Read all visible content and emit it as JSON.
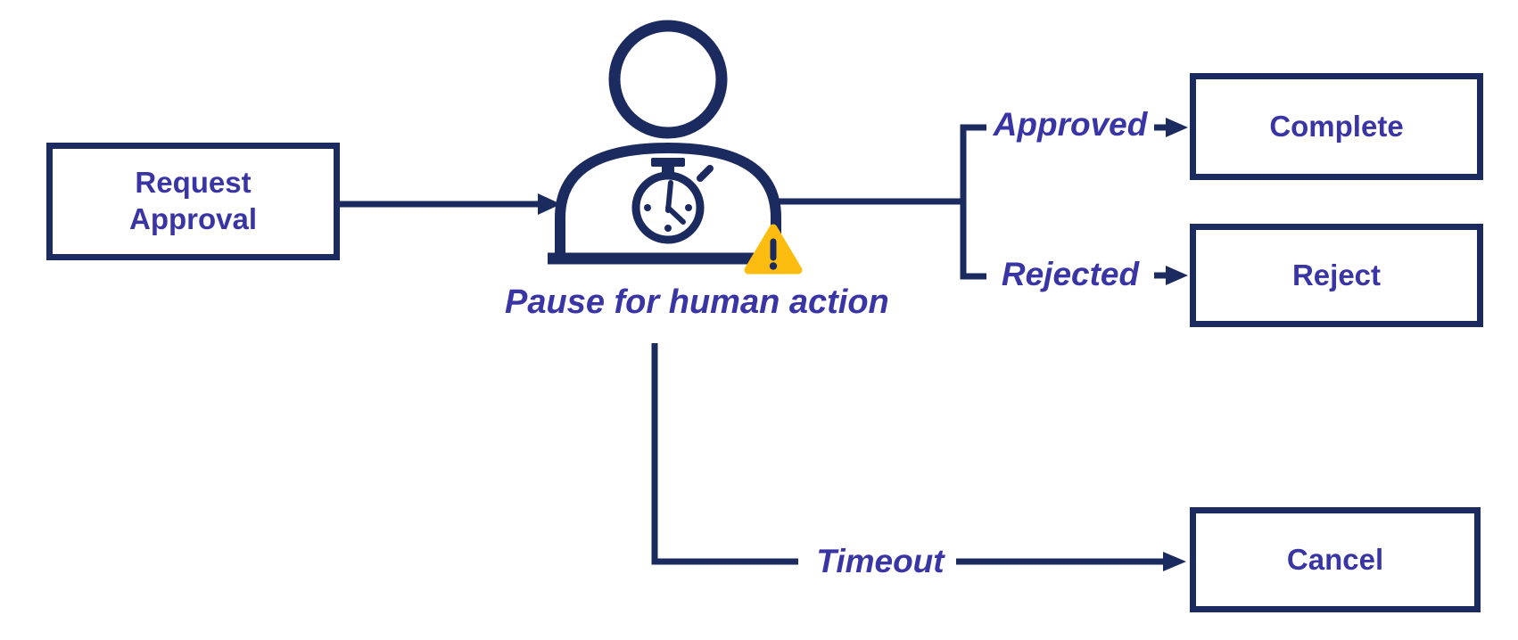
{
  "diagram": {
    "type": "flowchart",
    "background": "#FFFFFF",
    "colors": {
      "line_navy": "#1B2B5F",
      "text_purple": "#3A35A4",
      "warning_amber": "#FCBD10",
      "node_fill": "#FFFFFF"
    },
    "nodes": {
      "request": {
        "label": "Request\nApproval"
      },
      "pause": {
        "label": "Pause for human action"
      },
      "complete": {
        "label": "Complete"
      },
      "reject": {
        "label": "Reject"
      },
      "cancel": {
        "label": "Cancel"
      }
    },
    "edges": [
      {
        "from": "request",
        "to": "pause",
        "label": ""
      },
      {
        "from": "pause",
        "to": "complete",
        "label": "Approved"
      },
      {
        "from": "pause",
        "to": "reject",
        "label": "Rejected"
      },
      {
        "from": "pause",
        "to": "cancel",
        "label": "Timeout"
      }
    ],
    "icons": {
      "person": "person-icon",
      "stopwatch": "stopwatch-icon",
      "warning": "warning-triangle-icon"
    }
  }
}
